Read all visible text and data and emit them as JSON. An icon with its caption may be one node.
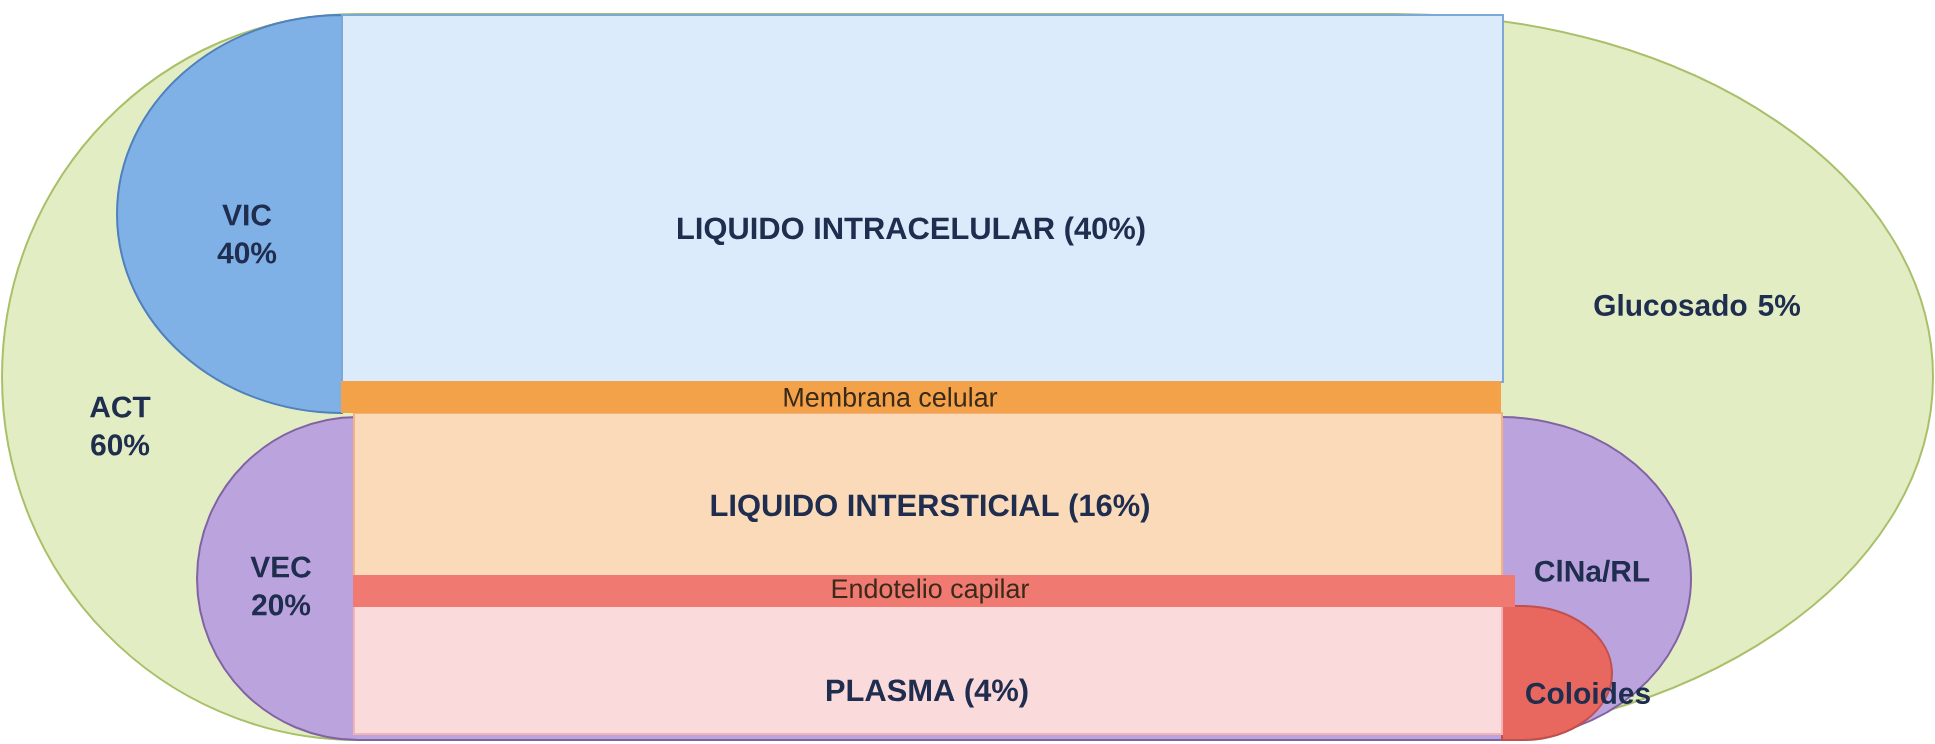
{
  "diagram": {
    "nodes": [
      {
        "text": [
          "ACT 60%",
          "Glucosado 5%"
        ]
      },
      {
        "text": [
          "VIC 40%"
        ],
        "in": 0
      },
      {
        "text": [
          "LIQUIDO INTRACELULAR (40%)"
        ],
        "in": 0
      },
      {
        "text": [
          "Membrana celular"
        ],
        "in": 0
      },
      {
        "text": [
          "VEC 20%",
          "ClNa/RL"
        ],
        "in": 0
      },
      {
        "text": [
          "LIQUIDO INTERSTICIAL (16%)"
        ],
        "in": 4
      },
      {
        "text": [
          "Endotelio capilar"
        ],
        "in": 4
      },
      {
        "text": [
          "PLASMA (4%)"
        ],
        "in": 4
      },
      {
        "text": [
          "Coloides"
        ],
        "in": 4
      }
    ]
  }
}
